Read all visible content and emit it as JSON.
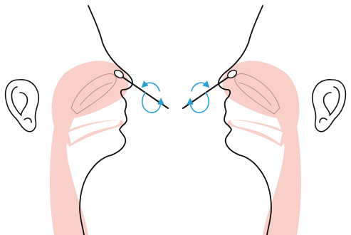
{
  "colors": {
    "background": "#ffffff",
    "airway_fill": "#f9d0c9",
    "outline": "#111111",
    "swab_stick": "#111111",
    "swab_tip": "#ffffff",
    "rotation_arrow": "#2a9fd6"
  },
  "figures": [
    {
      "side": "left",
      "facing": "right",
      "parts": [
        "ear-icon",
        "head-profile-outline",
        "nasal-cavity",
        "throat-airway",
        "nasal-swab",
        "rotation-arrow-icon"
      ]
    },
    {
      "side": "right",
      "facing": "left",
      "parts": [
        "ear-icon",
        "head-profile-outline",
        "nasal-cavity",
        "throat-airway",
        "nasal-swab",
        "rotation-arrow-icon"
      ]
    }
  ]
}
